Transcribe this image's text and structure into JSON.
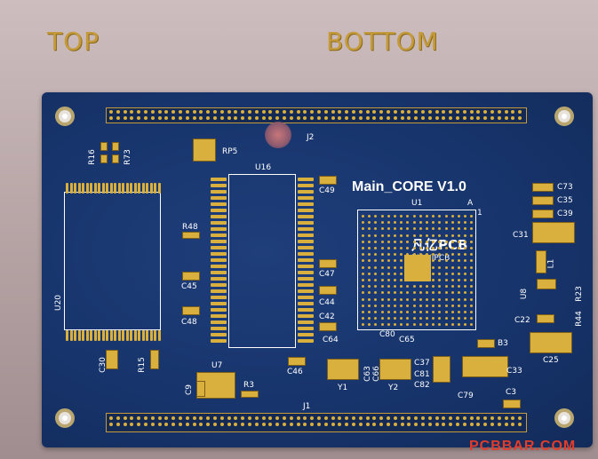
{
  "layers": {
    "top": "TOP",
    "bottom": "BOTTOM"
  },
  "board": {
    "title": "Main_CORE V1.0",
    "brand_line1": "凡亿PCB",
    "brand_line2": "FANYIPCB",
    "silk_color": "#ffffff",
    "copper_color": "#d9b03e",
    "solder_mask_color": "#1a3a74"
  },
  "designators": {
    "j2": "J2",
    "j1": "J1",
    "u16": "U16",
    "u20": "U20",
    "u1": "U1",
    "u1_pin_a": "A",
    "u1_pin_1": "1",
    "rp5": "RP5",
    "r16": "R16",
    "r73": "R73",
    "r48": "R48",
    "c45": "C45",
    "c48": "C48",
    "c49": "C49",
    "c47": "C47",
    "c44": "C44",
    "c42": "C42",
    "c64": "C64",
    "c80": "C80",
    "c65": "C65",
    "c46": "C46",
    "c30": "C30",
    "r15": "R15",
    "u7": "U7",
    "c9": "C9",
    "r3": "R3",
    "y1": "Y1",
    "y2": "Y2",
    "c63": "C63",
    "c66": "C66",
    "c37": "C37",
    "c81": "C81",
    "c82": "C82",
    "c79": "C79",
    "c33": "C33",
    "b3": "B3",
    "c3": "C3",
    "c73": "C73",
    "c35": "C35",
    "c39": "C39",
    "c31": "C31",
    "l1": "L1",
    "u8": "U8",
    "r23": "R23",
    "r44": "R44",
    "c22": "C22",
    "c25": "C25"
  },
  "watermark": "PCBBAR.COM"
}
